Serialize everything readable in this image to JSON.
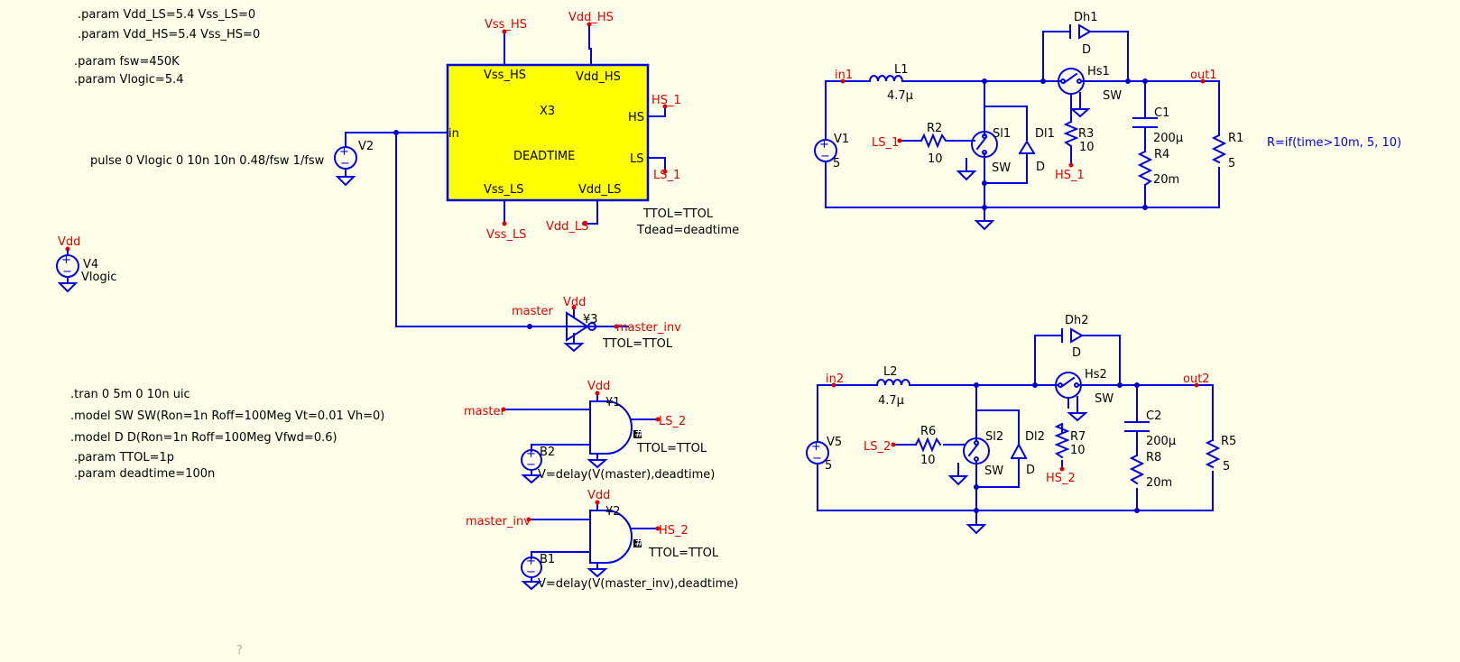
{
  "colors": {
    "background": "#fffee8",
    "wire": "#0000e8",
    "net_label": "#e00000",
    "text": "#000000",
    "block_fill": "#ffff00"
  },
  "directives": {
    "p1": ".param Vdd_LS=5.4 Vss_LS=0",
    "p2": ".param Vdd_HS=5.4 Vss_HS=0",
    "p3": ".param fsw=450K",
    "p4": ".param Vlogic=5.4",
    "tran": ".tran 0 5m 0 10n uic",
    "model_sw": ".model SW SW(Ron=1n Roff=100Meg Vt=0.01 Vh=0)",
    "model_d": ".model D D(Ron=1n Roff=100Meg Vfwd=0.6)",
    "ttol": ".param TTOL=1p",
    "deadtime": ".param deadtime=100n"
  },
  "v2": {
    "name": "V2",
    "value": "pulse 0 Vlogic 0 10n 10n 0.48/fsw 1/fsw"
  },
  "v4": {
    "name": "V4",
    "value": "Vlogic",
    "net": "Vdd"
  },
  "x3": {
    "name": "X3",
    "type": "DEADTIME",
    "pin_vss_hs": "Vss_HS",
    "pin_vdd_hs": "Vdd_HS",
    "pin_hs": "HS",
    "pin_ls": "LS",
    "pin_vss_ls": "Vss_LS",
    "pin_vdd_ls": "Vdd_LS",
    "pin_in": "in",
    "net_vss_hs": "Vss_HS",
    "net_vdd_hs": "Vdd_HS",
    "net_hs": "HS_1",
    "net_ls": "LS_1",
    "net_vss_ls": "Vss_LS",
    "net_vdd_ls": "Vdd_LS",
    "attr1": "TTOL=TTOL",
    "attr2": "Tdead=deadtime"
  },
  "inv": {
    "name": "¥3",
    "net_in": "master",
    "net_vdd": "Vdd",
    "net_out": "master_inv",
    "attr": "TTOL=TTOL"
  },
  "and1": {
    "name": "¥1",
    "net_vdd": "Vdd",
    "net_in": "master",
    "net_out": "LS_2",
    "attr": "TTOL=TTOL",
    "src_name": "B2",
    "src_expr": "V=delay(V(master),deadtime)"
  },
  "and2": {
    "name": "¥2",
    "net_vdd": "Vdd",
    "net_in": "master_inv",
    "net_out": "HS_2",
    "attr": "TTOL=TTOL",
    "src_name": "B1",
    "src_expr": "V=delay(V(master_inv),deadtime)"
  },
  "stage1": {
    "in": "in1",
    "out": "out1",
    "L": {
      "name": "L1",
      "value": "4.7µ"
    },
    "V": {
      "name": "V1",
      "value": "5"
    },
    "R2": {
      "name": "R2",
      "value": "10"
    },
    "SL": {
      "name": "Sl1",
      "model": "SW"
    },
    "DL": {
      "name": "Dl1",
      "model": "D"
    },
    "R3": {
      "name": "R3",
      "value": "10"
    },
    "HS": {
      "name": "Hs1",
      "model": "SW"
    },
    "DH": {
      "name": "Dh1",
      "model": "D"
    },
    "C": {
      "name": "C1",
      "value": "200µ"
    },
    "R4": {
      "name": "R4",
      "value": "20m"
    },
    "RL": {
      "name": "R1",
      "value": "5"
    },
    "ctrl_low": "LS_1",
    "ctrl_high": "HS_1",
    "rl_expr": "R=if(time>10m, 5, 10)"
  },
  "stage2": {
    "in": "in2",
    "out": "out2",
    "L": {
      "name": "L2",
      "value": "4.7µ"
    },
    "V": {
      "name": "V5",
      "value": "5"
    },
    "R2": {
      "name": "R6",
      "value": "10"
    },
    "SL": {
      "name": "Sl2",
      "model": "SW"
    },
    "DL": {
      "name": "Dl2",
      "model": "D"
    },
    "R3": {
      "name": "R7",
      "value": "10"
    },
    "HS": {
      "name": "Hs2",
      "model": "SW"
    },
    "DH": {
      "name": "Dh2",
      "model": "D"
    },
    "C": {
      "name": "C2",
      "value": "200µ"
    },
    "R4": {
      "name": "R8",
      "value": "20m"
    },
    "RL": {
      "name": "R5",
      "value": "5"
    },
    "ctrl_low": "LS_2",
    "ctrl_high": "HS_2"
  },
  "cursor_hint": "?"
}
